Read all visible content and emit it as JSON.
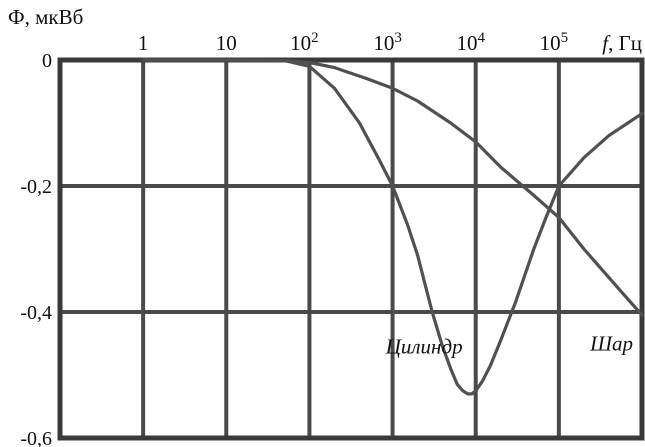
{
  "chart_data": {
    "type": "line",
    "title": "",
    "ylabel": "Ф, мкВб",
    "xlabel_var": "f",
    "xlabel_unit": ", Гц",
    "xscale": "log",
    "xlim": [
      0.1,
      1000000
    ],
    "ylim": [
      -0.6,
      0
    ],
    "grid": true,
    "x_ticks": [
      {
        "value": 1,
        "label": "1"
      },
      {
        "value": 10,
        "label": "10"
      },
      {
        "value": 100,
        "label": "10",
        "exp": "2"
      },
      {
        "value": 1000,
        "label": "10",
        "exp": "3"
      },
      {
        "value": 10000,
        "label": "10",
        "exp": "4"
      },
      {
        "value": 100000,
        "label": "10",
        "exp": "5"
      }
    ],
    "y_ticks": [
      {
        "value": 0,
        "label": "0"
      },
      {
        "value": -0.2,
        "label": "-0,2"
      },
      {
        "value": -0.4,
        "label": "-0,4"
      },
      {
        "value": -0.6,
        "label": "-0,6"
      }
    ],
    "annotations": [
      {
        "text": "Цилиндр",
        "series": "cylinder",
        "x": 2400,
        "y": -0.455
      },
      {
        "text": "Шар",
        "series": "sphere",
        "x": 600000,
        "y": -0.45
      }
    ],
    "series": [
      {
        "key": "cylinder",
        "x": [
          1,
          10,
          50,
          100,
          200,
          400,
          700,
          1000,
          1500,
          2000,
          3000,
          4000,
          5000,
          6000,
          7000,
          8000,
          9000,
          10000,
          12000,
          15000,
          20000,
          30000,
          50000,
          70000,
          100000,
          200000,
          400000,
          1000000
        ],
        "y": [
          0,
          0,
          -0.001,
          -0.01,
          -0.045,
          -0.1,
          -0.16,
          -0.2,
          -0.26,
          -0.31,
          -0.4,
          -0.455,
          -0.49,
          -0.515,
          -0.525,
          -0.53,
          -0.53,
          -0.525,
          -0.51,
          -0.485,
          -0.445,
          -0.385,
          -0.3,
          -0.25,
          -0.2,
          -0.155,
          -0.12,
          -0.085
        ]
      },
      {
        "key": "sphere",
        "x": [
          1,
          10,
          50,
          100,
          200,
          500,
          1000,
          2000,
          5000,
          10000,
          20000,
          50000,
          100000,
          200000,
          500000,
          1000000
        ],
        "y": [
          0,
          0,
          -0.001,
          -0.004,
          -0.012,
          -0.03,
          -0.045,
          -0.065,
          -0.1,
          -0.13,
          -0.17,
          -0.215,
          -0.25,
          -0.3,
          -0.36,
          -0.405
        ]
      }
    ]
  }
}
